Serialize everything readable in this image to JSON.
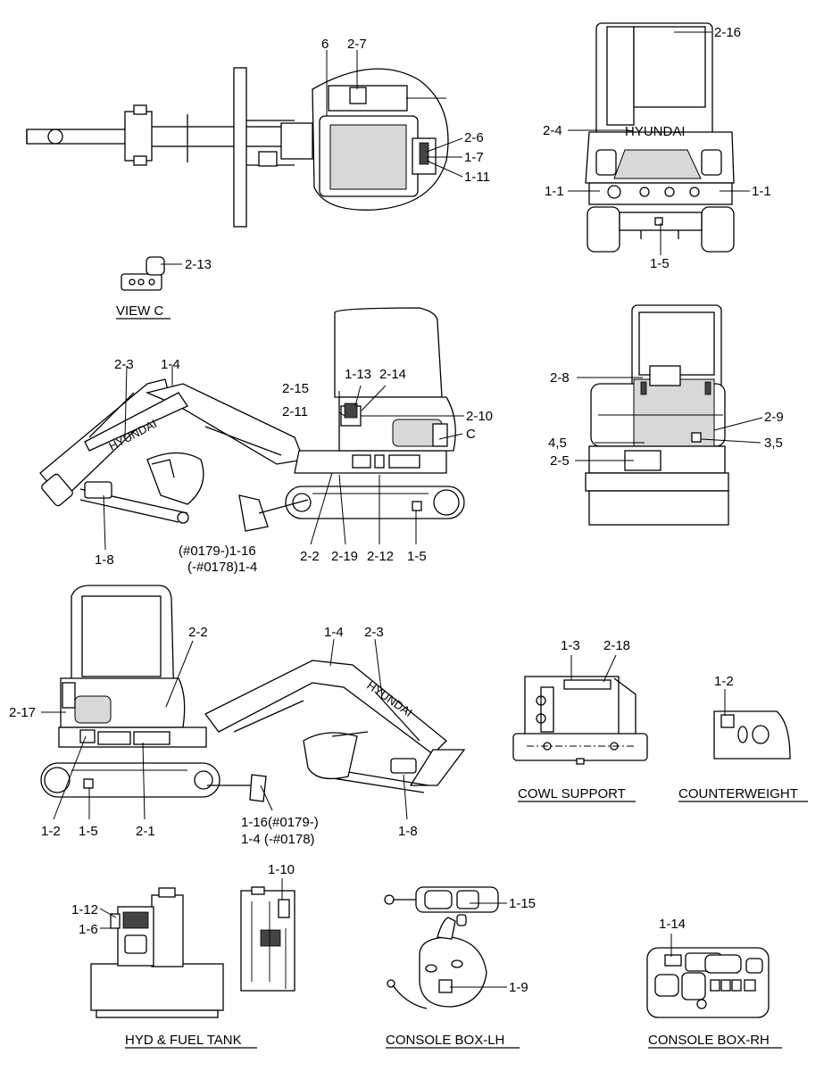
{
  "callouts": {
    "c_6": "6",
    "c_2_7": "2-7",
    "c_2_6": "2-6",
    "c_1_7": "1-7",
    "c_1_11_top": "1-11",
    "c_2_16": "2-16",
    "c_2_4": "2-4",
    "c_1_1_l": "1-1",
    "c_1_1_r": "1-1",
    "c_1_5_rear": "1-5",
    "c_2_13": "2-13",
    "c_2_3_a": "2-3",
    "c_1_4_a": "1-4",
    "c_2_15": "2-15",
    "c_1_13": "1-13",
    "c_2_14": "2-14",
    "c_2_11": "2-11",
    "c_2_10": "2-10",
    "c_C": "C",
    "c_1_8_a": "1-8",
    "c_1_16_a": "(#0179-)1-16",
    "c_1_4_b": "(-#0178)1-4",
    "c_2_2_a": "2-2",
    "c_2_19": "2-19",
    "c_2_12": "2-12",
    "c_1_5_a": "1-5",
    "c_2_8": "2-8",
    "c_2_9": "2-9",
    "c_4_5": "4,5",
    "c_3_5": "3,5",
    "c_2_5": "2-5",
    "c_2_2_b": "2-2",
    "c_1_4_c": "1-4",
    "c_2_3_b": "2-3",
    "c_2_17": "2-17",
    "c_1_2_a": "1-2",
    "c_1_5_b": "1-5",
    "c_2_1": "2-1",
    "c_1_16_b": "1-16(#0179-)",
    "c_1_4_d": "1-4 (-#0178)",
    "c_1_8_b": "1-8",
    "c_1_3": "1-3",
    "c_2_18": "2-18",
    "c_1_2_b": "1-2",
    "c_1_10": "1-10",
    "c_1_12": "1-12",
    "c_1_6": "1-6",
    "c_1_15": "1-15",
    "c_1_9": "1-9",
    "c_1_14": "1-14"
  },
  "brand": {
    "rear": "HYUNDAI",
    "boom_a": "HYUNDAI",
    "boom_b": "HYUNDAI"
  },
  "titles": {
    "view_c": "VIEW C",
    "cowl_support": "COWL SUPPORT",
    "counterweight": "COUNTERWEIGHT",
    "hyd_fuel_tank": "HYD & FUEL TANK",
    "console_lh": "CONSOLE BOX-LH",
    "console_rh": "CONSOLE BOX-RH"
  }
}
